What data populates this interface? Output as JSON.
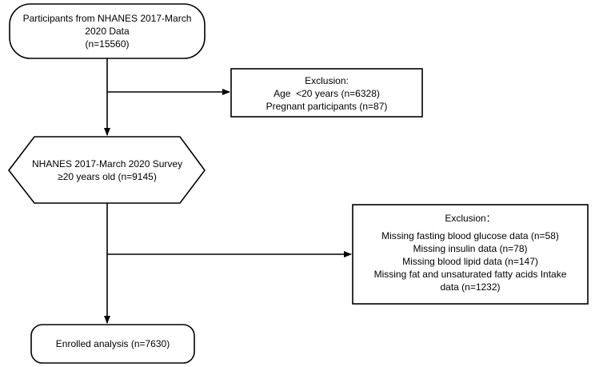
{
  "nodes": {
    "source": {
      "lines": [
        "Participants from NHANES 2017-March",
        "2020 Data",
        "(n=15560)"
      ]
    },
    "exclusion1": {
      "title": "Exclusion:",
      "lines": [
        "Age  <20 years (n=6328)",
        "Pregnant participants (n=87)"
      ]
    },
    "survey": {
      "lines": [
        "NHANES 2017-March 2020 Survey",
        "≥20 years old (n=9145)"
      ]
    },
    "exclusion2": {
      "title": "Exclusion：",
      "lines": [
        "Missing fasting blood glucose data (n=58)",
        "Missing insulin data (n=78)",
        "Missing blood lipid data (n=147)",
        "Missing fat and unsaturated fatty acids Intake",
        "data (n=1232)"
      ]
    },
    "enrolled": {
      "lines": [
        "Enrolled analysis (n=7630)"
      ]
    }
  },
  "colors": {
    "stroke": "#000000",
    "fill": "#ffffff",
    "text": "#000000"
  }
}
